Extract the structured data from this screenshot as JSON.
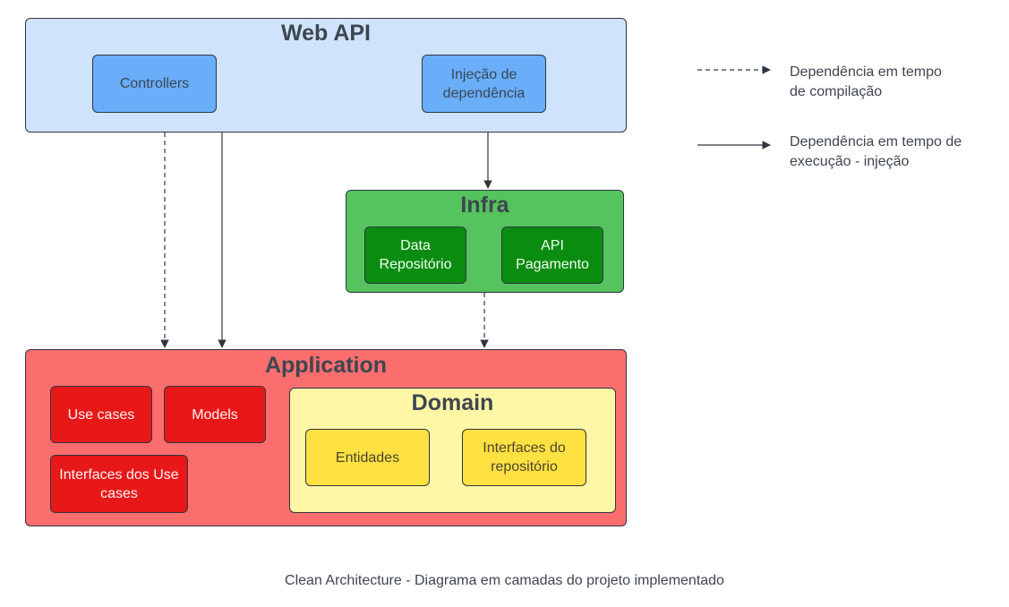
{
  "web_api": {
    "title": "Web API",
    "controllers": "Controllers",
    "injecao": "Injeção de dependência"
  },
  "infra": {
    "title": "Infra",
    "data_repositorio": "Data Repositório",
    "api_pagamento": "API Pagamento"
  },
  "application": {
    "title": "Application",
    "use_cases": "Use cases",
    "models": "Models",
    "interfaces_use_cases": "Interfaces dos Use cases"
  },
  "domain": {
    "title": "Domain",
    "entidades": "Entidades",
    "interfaces_repositorio": "Interfaces do repositório"
  },
  "legend": {
    "compile": "Dependência em tempo de compilação",
    "runtime": "Dependência em tempo de execução - injeção"
  },
  "caption": "Clean Architecture - Diagrama em camadas do projeto implementado",
  "colors": {
    "web_api_layer": "#cfe4fc",
    "web_api_box": "#6aaef9",
    "infra_layer": "#55c35e",
    "infra_box": "#0a8c10",
    "application_layer": "#fc6e6e",
    "application_box": "#e81818",
    "domain_layer": "#fff6a6",
    "domain_box": "#ffe141",
    "line": "#2f3640"
  }
}
